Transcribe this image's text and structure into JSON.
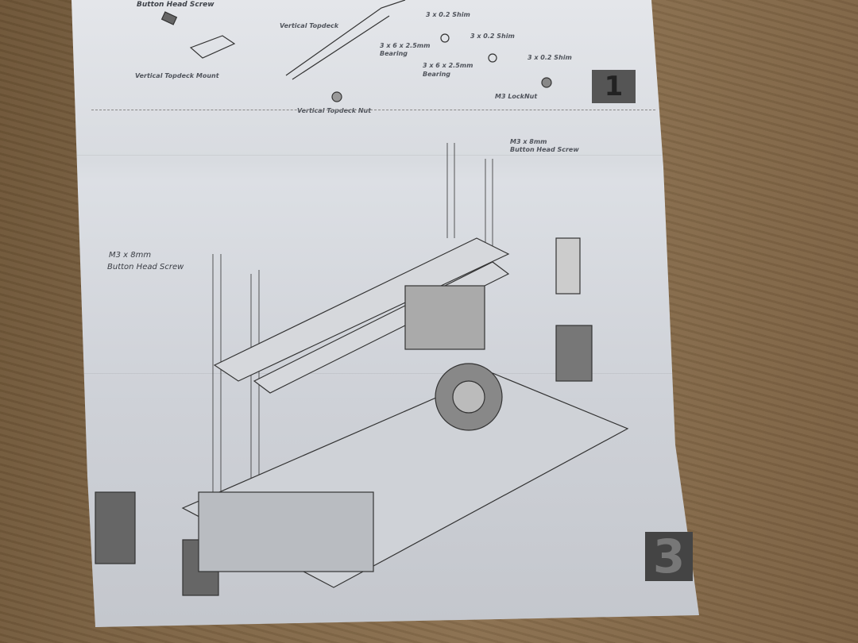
{
  "manual": {
    "top": {
      "button_head_screw": "Button Head Screw",
      "vertical_topdeck": "Vertical Topdeck",
      "vertical_topdeck_mount": "Vertical Topdeck Mount",
      "vertical_topdeck_nut": "Vertical Topdeck Nut",
      "shim_1": "3 x 0.2 Shim",
      "shim_2": "3 x 0.2 Shim",
      "shim_3": "3 x 0.2 Shim",
      "bearing_1": "3 x 6 x 2.5mm",
      "bearing_1b": "Bearing",
      "bearing_2": "3 x 6 x 2.5mm",
      "bearing_2b": "Bearing",
      "locknut": "M3 LockNut",
      "step_number": "1"
    },
    "bottom": {
      "screw_right_1": "M3 x 8mm",
      "screw_right_2": "Button Head Screw",
      "screw_left_1": "M3 x 8mm",
      "screw_left_2": "Button Head Screw",
      "step_number": "3"
    }
  }
}
